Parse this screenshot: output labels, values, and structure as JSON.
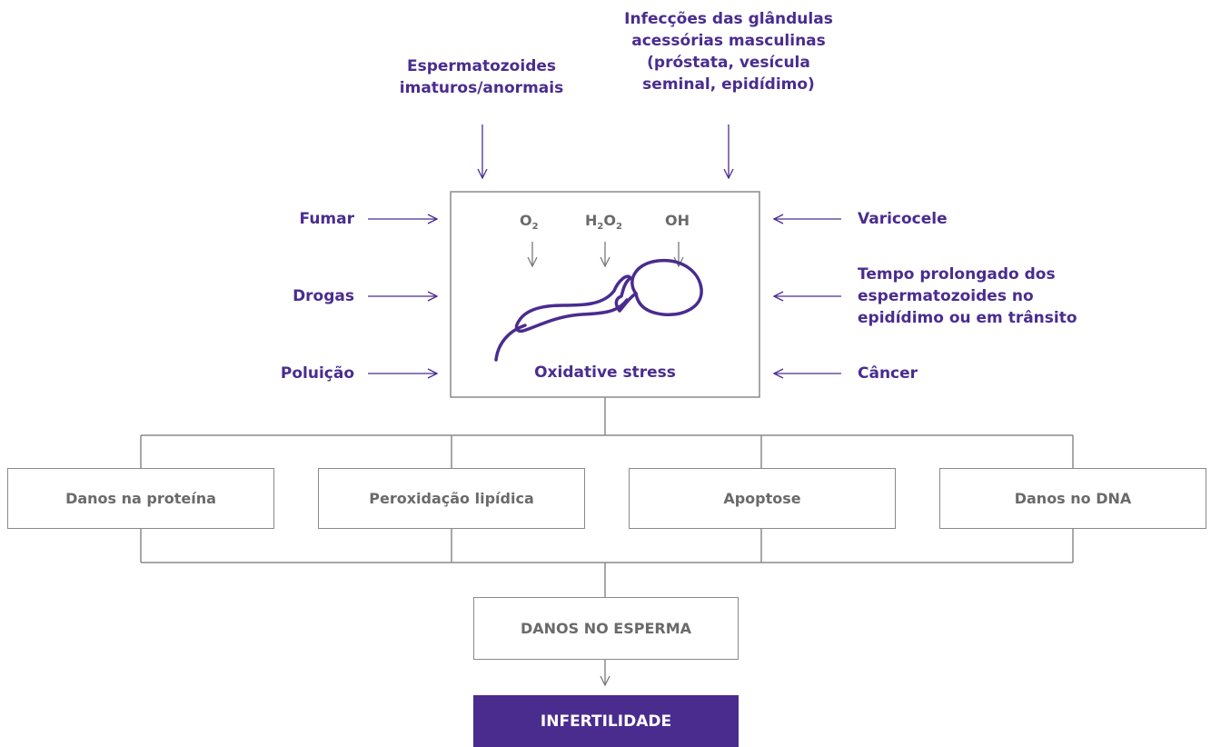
{
  "top_inputs": {
    "left": [
      "Espermatozoides",
      "imaturos/anormais"
    ],
    "right": [
      "Infecções das glândulas",
      "acessórias masculinas",
      "(próstata, vesícula",
      "seminal, epidídimo)"
    ]
  },
  "left_inputs": [
    "Fumar",
    "Drogas",
    "Poluição"
  ],
  "right_inputs": {
    "varicocele": "Varicocele",
    "tempo": [
      "Tempo prolongado dos",
      "espermatozoides no",
      "epidídimo ou em trânsito"
    ],
    "cancer": "Câncer"
  },
  "center": {
    "chem": [
      {
        "base": "O",
        "sub": "2",
        "base2": "",
        "sub2": ""
      },
      {
        "base": "H",
        "sub": "2",
        "base2": "O",
        "sub2": "2"
      },
      {
        "base": "OH",
        "sub": "",
        "base2": "",
        "sub2": ""
      }
    ],
    "caption": "Oxidative stress"
  },
  "effects": [
    "Danos na proteína",
    "Peroxidação lipídica",
    "Apoptose",
    "Danos no DNA"
  ],
  "result": "DANOS NO ESPERMA",
  "final": "INFERTILIDADE",
  "colors": {
    "accent": "#4a2c8f",
    "box_border": "#8a8a8a",
    "box_text": "#6a6a6a"
  }
}
